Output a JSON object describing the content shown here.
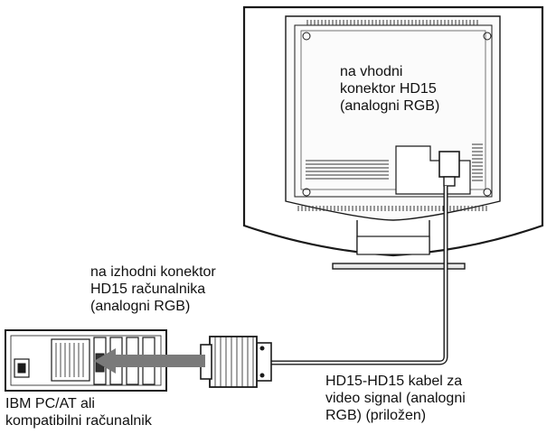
{
  "labels": {
    "monitor_input": {
      "line1": "na vhodni",
      "line2": "konektor HD15",
      "line3": "(analogni RGB)"
    },
    "computer_output": {
      "line1": "na izhodni konektor",
      "line2": "HD15 računalnika",
      "line3": "(analogni RGB)"
    },
    "cable": {
      "line1": "HD15-HD15 kabel za",
      "line2": "video signal (analogni",
      "line3": "RGB) (priložen)"
    },
    "computer": {
      "line1": "IBM PC/AT ali",
      "line2": "kompatibilni računalnik"
    }
  },
  "colors": {
    "line": "#1a1a1a",
    "arrow": "#7a7a7a",
    "light_fill": "#f4f4f4",
    "vent": "#333333"
  },
  "icons": {
    "monitor": "monitor-rear-illustration",
    "computer": "pc-tower-illustration",
    "cable": "hd15-cable-illustration",
    "arrow": "insert-arrow"
  }
}
